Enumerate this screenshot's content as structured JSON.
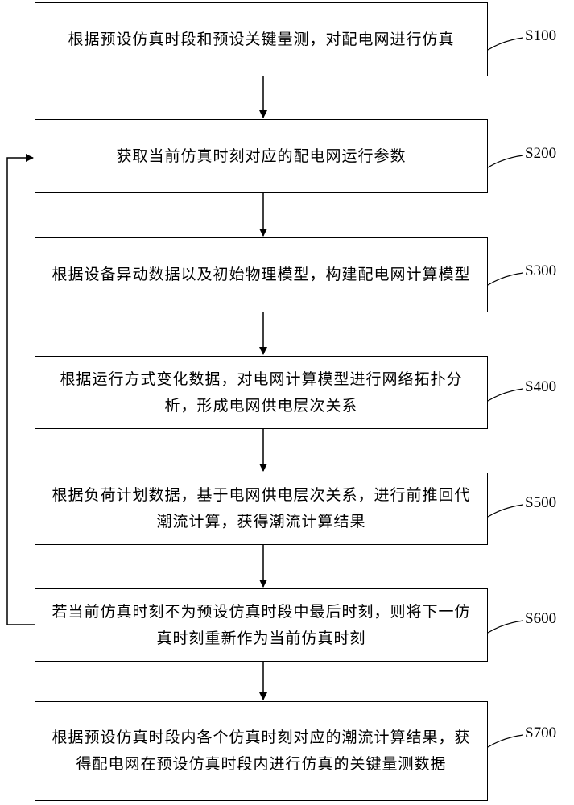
{
  "steps": [
    {
      "id": "S100",
      "text": "根据预设仿真时段和预设关键量测，对配电网进行仿真"
    },
    {
      "id": "S200",
      "text": "获取当前仿真时刻对应的配电网运行参数"
    },
    {
      "id": "S300",
      "text": "根据设备异动数据以及初始物理模型，构建配电网计算模型"
    },
    {
      "id": "S400",
      "text": "根据运行方式变化数据，对电网计算模型进行网络拓扑分析，形成电网供电层次关系"
    },
    {
      "id": "S500",
      "text": "根据负荷计划数据，基于电网供电层次关系，进行前推回代潮流计算，获得潮流计算结果"
    },
    {
      "id": "S600",
      "text": "若当前仿真时刻不为预设仿真时段中最后时刻，则将下一仿真时刻重新作为当前仿真时刻"
    },
    {
      "id": "S700",
      "text": "根据预设仿真时段内各个仿真时刻对应的潮流计算结果，获得配电网在预设仿真时段内进行仿真的关键量测数据"
    }
  ],
  "colors": {
    "stroke": "#000000",
    "background": "#ffffff"
  }
}
